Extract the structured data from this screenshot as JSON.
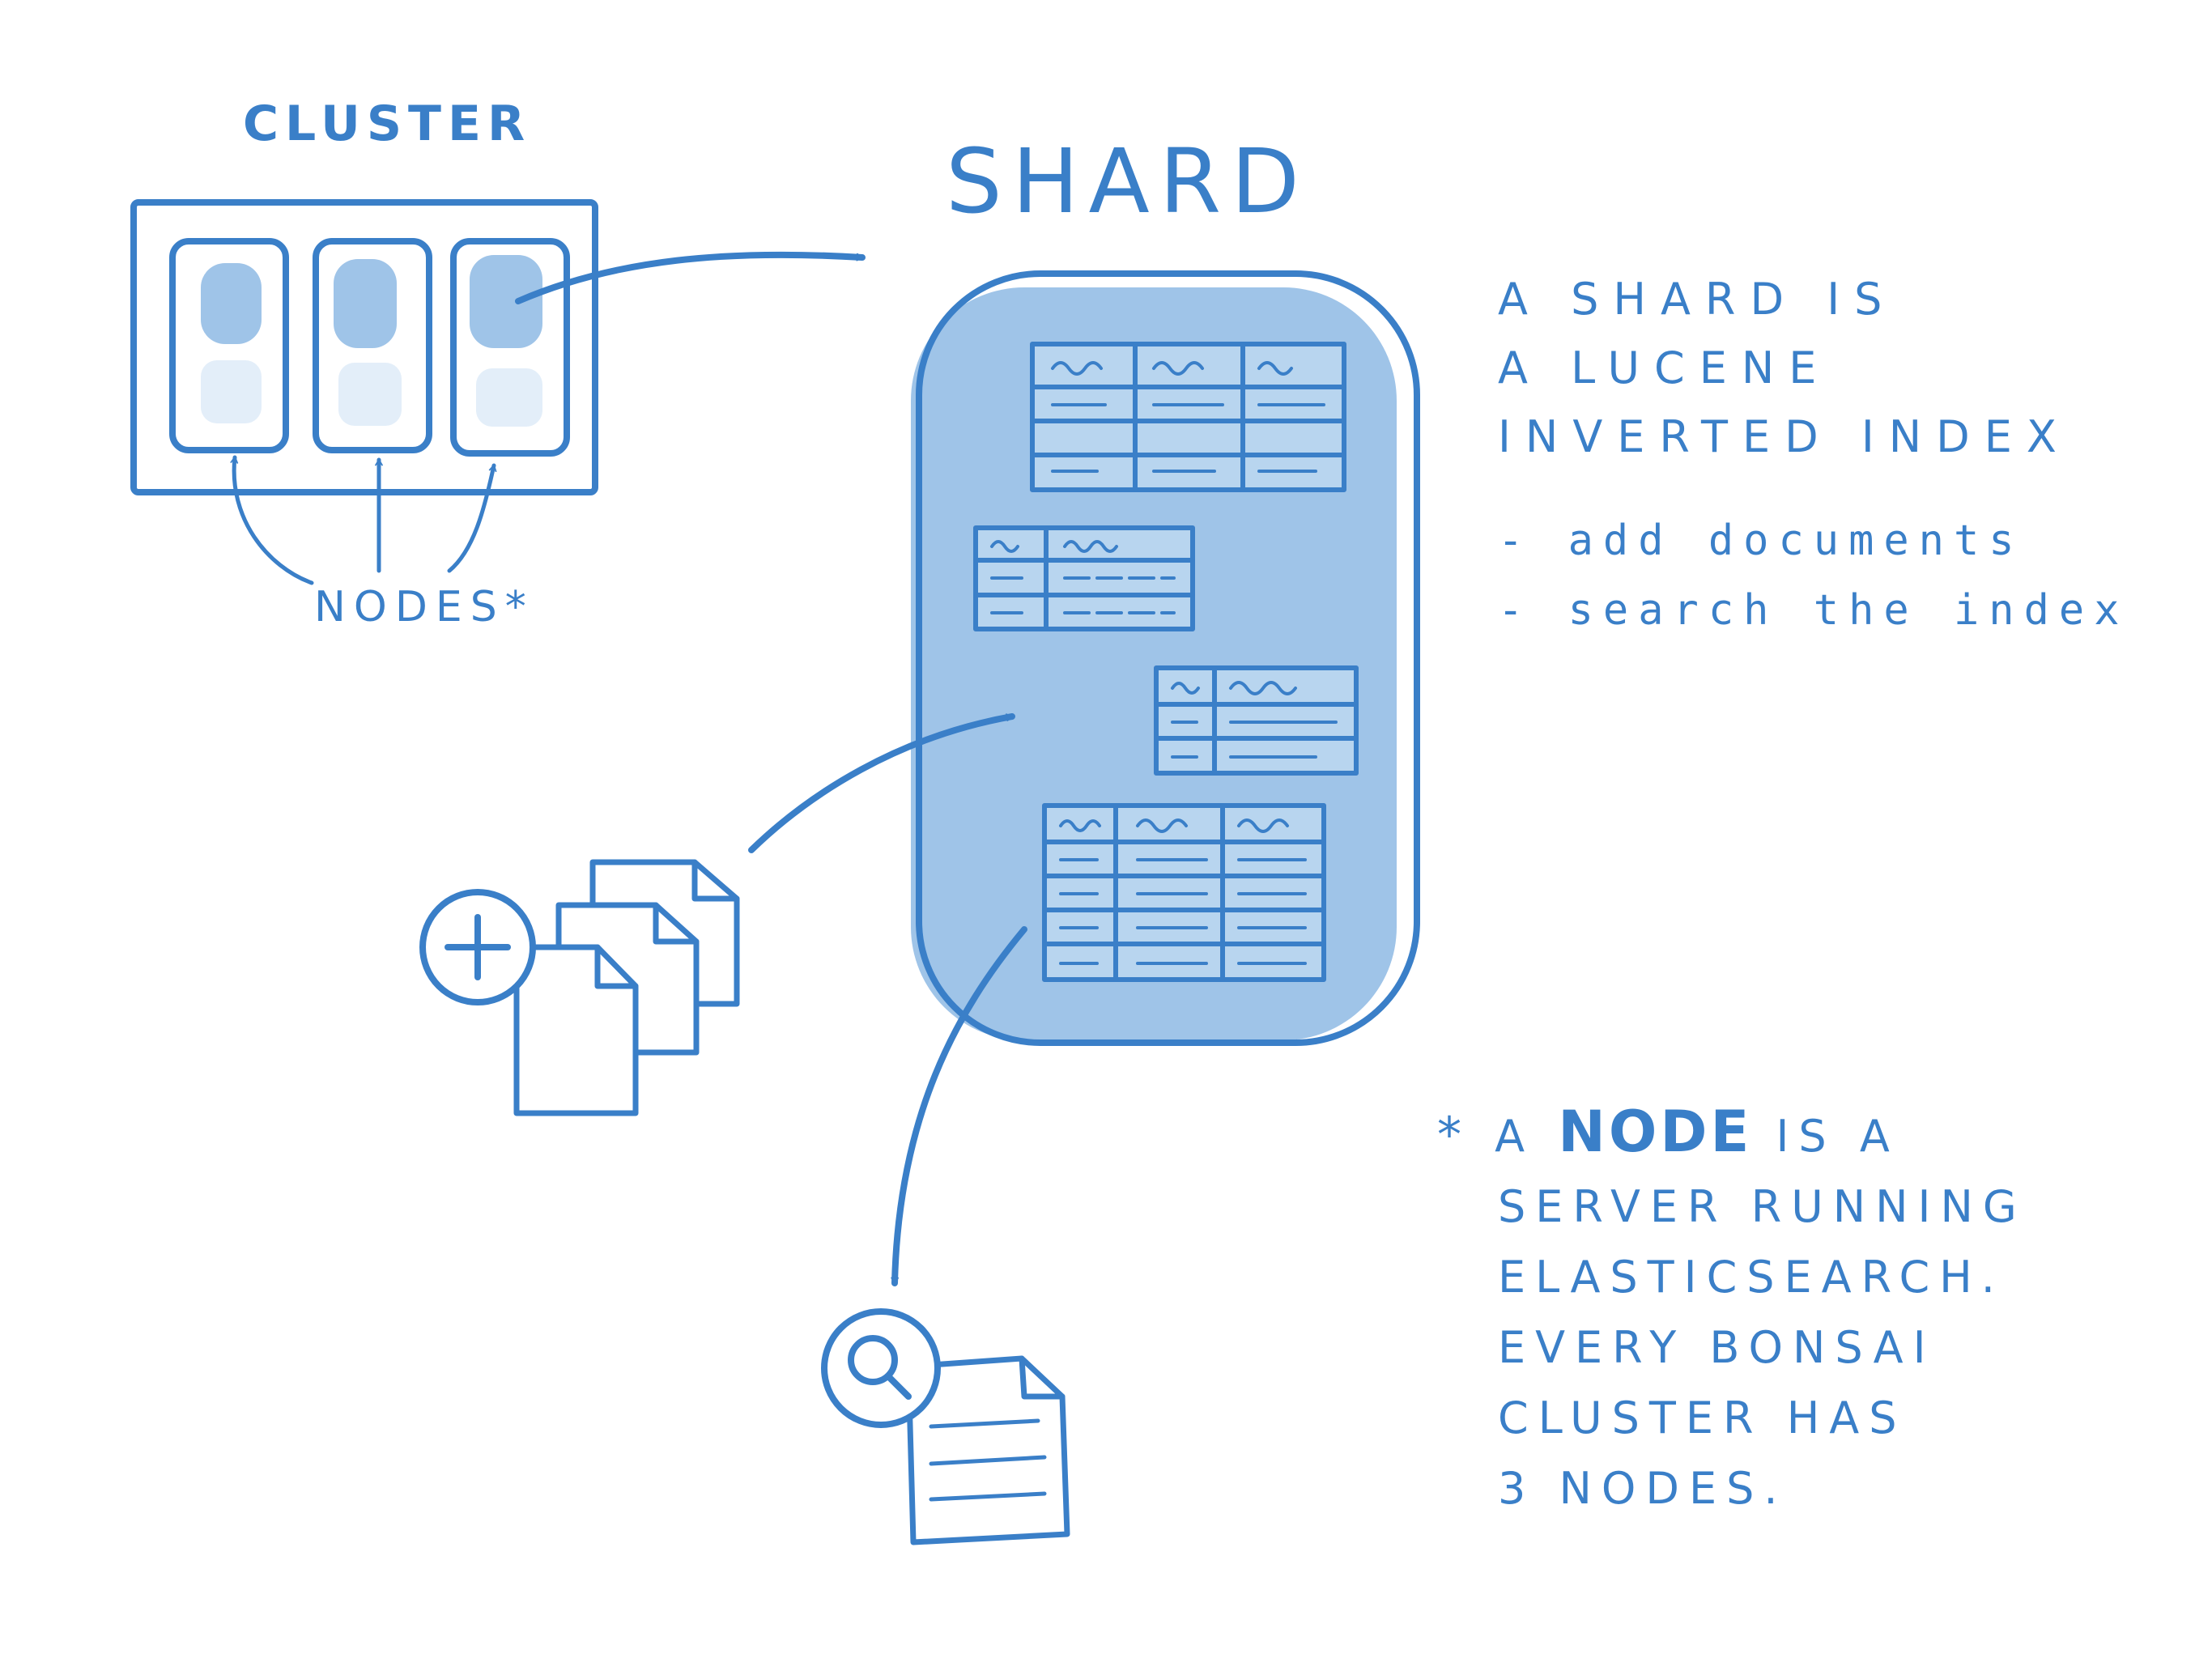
{
  "labels": {
    "cluster": "CLUSTER",
    "shard": "SHARD",
    "nodes": "NODES*"
  },
  "description": {
    "line1": "A SHARD IS",
    "line2": "A LUCENE",
    "line3": "INVERTED INDEX",
    "bullets": [
      "- add documents",
      "- search the index"
    ]
  },
  "footnote": {
    "star": "*",
    "lead": "A",
    "emphasis": "NODE",
    "rest1": "IS A",
    "line2": "SERVER RUNNING",
    "line3": "ELASTICSEARCH.",
    "line4": "EVERY BONSAI",
    "line5": "CLUSTER HAS",
    "line6": "3 NODES."
  },
  "icons": {
    "add": "plus-circle-icon",
    "search": "magnifier-circle-icon",
    "documents": "document-stack-icon",
    "result": "document-icon"
  },
  "colors": {
    "ink": "#3a7fc8",
    "fill": "#9fc4e8",
    "fill_light": "#e3eef9"
  }
}
